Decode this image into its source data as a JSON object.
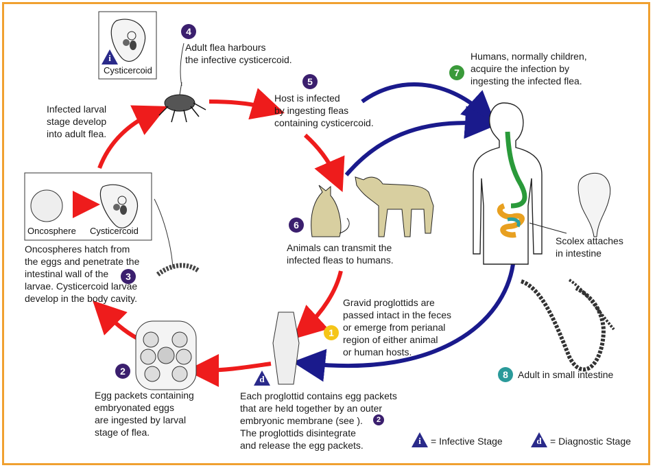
{
  "stages": {
    "s1": {
      "badge": "1",
      "text": "Gravid proglottids are\npassed intact in the feces\nor emerge from perianal\nregion of either animal\nor human hosts."
    },
    "s2": {
      "badge": "2",
      "text": "Egg packets containing\nembryonated eggs\nare ingested by larval\nstage of flea."
    },
    "s3": {
      "badge": "3",
      "text": "Oncospheres hatch from\nthe eggs and penetrate the\nintestinal wall of the\nlarvae. Cysticercoid larvae\ndevelop in the body cavity."
    },
    "s4": {
      "badge": "4",
      "text": "Adult flea harbours\nthe infective cysticercoid."
    },
    "s5": {
      "badge": "5",
      "text": "Host is infected\nby ingesting fleas\ncontaining cysticercoid."
    },
    "s6": {
      "badge": "6",
      "text": "Animals can transmit the\ninfected fleas to humans."
    },
    "s7": {
      "badge": "7",
      "text": "Humans, normally children,\nacquire the infection by\ningesting the infected flea."
    },
    "s8": {
      "badge": "8",
      "text": "Adult in small intestine"
    },
    "larval": {
      "text": "Infected larval\nstage develop\ninto adult flea."
    },
    "proglottid": {
      "badge": "d",
      "text": "Each proglottid contains egg packets\nthat are held together by an outer\nembryonic membrane (see  ).\nThe proglottids disintegrate\nand release the egg packets.",
      "ref": "2"
    },
    "scolex": {
      "text": "Scolex attaches\nin intestine"
    }
  },
  "labels": {
    "cysticercoid_top": "Cysticercoid",
    "oncosphere": "Oncosphere",
    "cysticercoid_mid": "Cysticercoid",
    "info_i": "i"
  },
  "legend": {
    "infective_symbol": "i",
    "infective_label": "= Infective Stage",
    "diagnostic_symbol": "d",
    "diagnostic_label": "= Diagnostic Stage"
  },
  "colors": {
    "border": "#f0a030",
    "red_arrow": "#ee1c1c",
    "blue_arrow": "#1a1a8c",
    "badge_purple": "#3b1f6e",
    "badge_green": "#3a9a3a",
    "badge_yellow": "#f5c518",
    "badge_teal": "#2a9a9a"
  }
}
